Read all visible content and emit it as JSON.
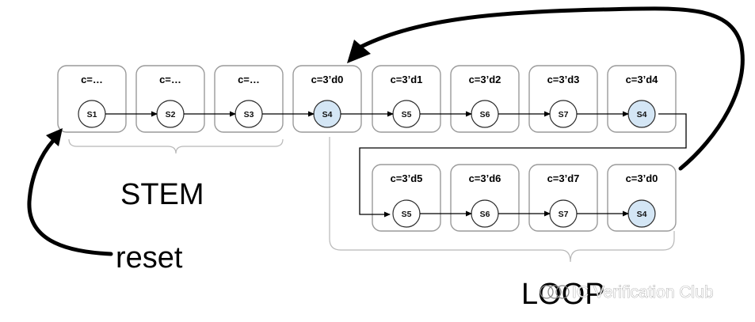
{
  "colors": {
    "state_normal": "#ffffff",
    "state_highlight": "#d4e6f5",
    "box_border": "#9a9a9a",
    "brace": "#b8b8b8"
  },
  "top_row": [
    {
      "label": "c=…",
      "state": "S1",
      "highlight": false
    },
    {
      "label": "c=…",
      "state": "S2",
      "highlight": false
    },
    {
      "label": "c=…",
      "state": "S3",
      "highlight": false
    },
    {
      "label": "c=3’d0",
      "state": "S4",
      "highlight": true
    },
    {
      "label": "c=3’d1",
      "state": "S5",
      "highlight": false
    },
    {
      "label": "c=3’d2",
      "state": "S6",
      "highlight": false
    },
    {
      "label": "c=3’d3",
      "state": "S7",
      "highlight": false
    },
    {
      "label": "c=3’d4",
      "state": "S4",
      "highlight": true
    }
  ],
  "bottom_row": [
    {
      "label": "c=3’d5",
      "state": "S5",
      "highlight": false
    },
    {
      "label": "c=3’d6",
      "state": "S6",
      "highlight": false
    },
    {
      "label": "c=3’d7",
      "state": "S7",
      "highlight": false
    },
    {
      "label": "c=3’d0",
      "state": "S4",
      "highlight": true
    }
  ],
  "labels": {
    "stem": "STEM",
    "reset": "reset",
    "loop": "LOOP"
  },
  "watermark": {
    "text": "IC Verification Club",
    "icon": "wechat-channel-icon"
  }
}
